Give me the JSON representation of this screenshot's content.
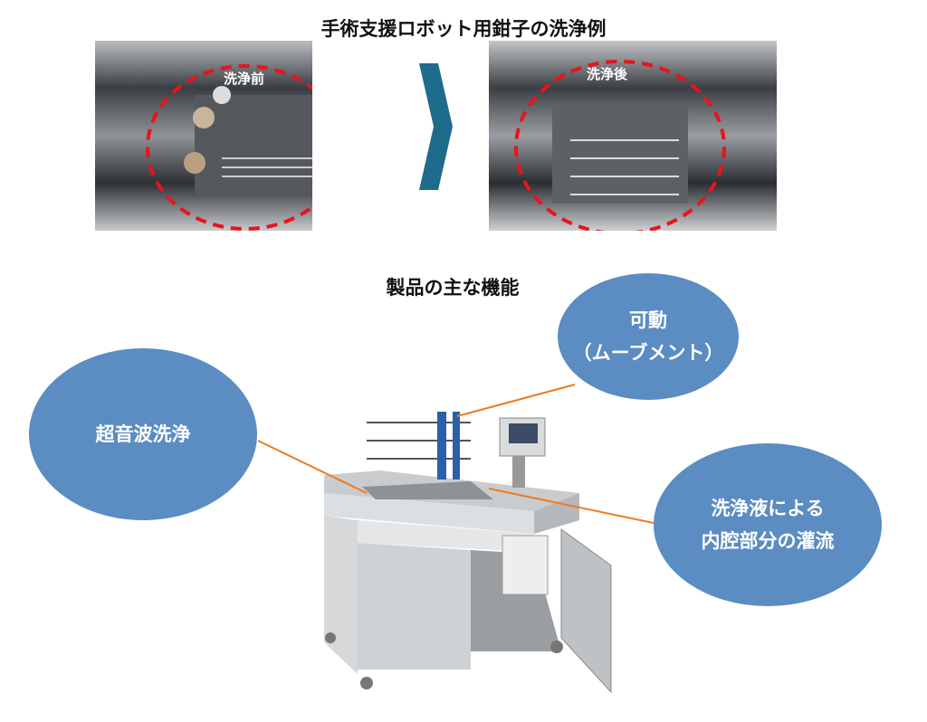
{
  "top": {
    "title": "手術支援ロボット用鉗子の洗浄例",
    "before_label": "洗浄前",
    "after_label": "洗浄後"
  },
  "bottom": {
    "title": "製品の主な機能",
    "features": {
      "movement_line1": "可動",
      "movement_line2": "（ムーブメント）",
      "ultrasonic": "超音波洗浄",
      "irrigation_line1": "洗浄液による",
      "irrigation_line2": "内腔部分の灌流"
    }
  },
  "colors": {
    "ellipse": "#5b8cc2",
    "leader": "#f07a1c",
    "arrow": "#1f6b8c",
    "dash": "#e8141c"
  }
}
